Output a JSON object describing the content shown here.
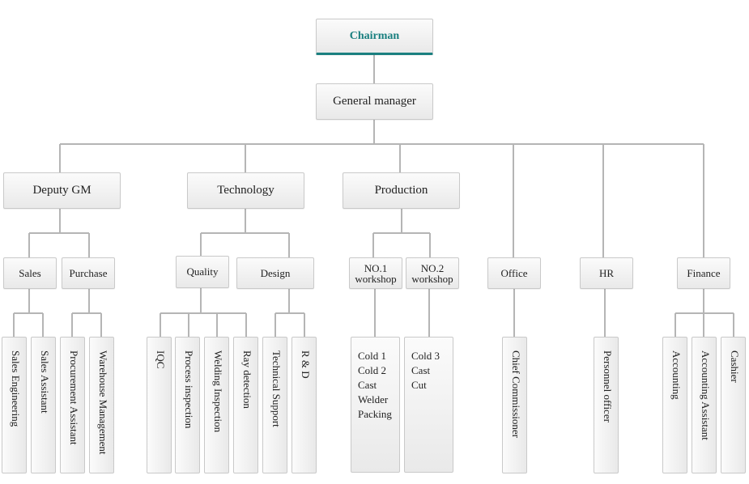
{
  "chairman": "Chairman",
  "general_manager": "General manager",
  "departments": {
    "deputy_gm": "Deputy GM",
    "technology": "Technology",
    "production": "Production",
    "office": "Office",
    "hr": "HR",
    "finance": "Finance"
  },
  "sub": {
    "sales": "Sales",
    "purchase": "Purchase",
    "quality": "Quality",
    "design": "Design",
    "no1_line1": "NO.1",
    "no1_line2": "workshop",
    "no2_line1": "NO.2",
    "no2_line2": "workshop"
  },
  "leaves": {
    "sales_engineering": "Sales Engineering",
    "sales_assistant": "Sales Assistant",
    "procurement_assistant": "Procurement Assistant",
    "warehouse_management": "Warehouse Management",
    "iqc": "IQC",
    "process_inspection": "Process inspection",
    "welding_inspection": "Welding Inspection",
    "ray_detection": "Ray detection",
    "technical_support": "Technical Support",
    "rd": "R & D",
    "chief_commissioner": "Chief Commissioner",
    "personnel_officer": "Personnel officer",
    "accounting": "Accounting",
    "accounting_assistant": "Accounting Assistant",
    "cashier": "Cashier"
  },
  "workshop1_items": [
    "Cold 1",
    "Cold 2",
    "Cast",
    "Welder",
    "Packing"
  ],
  "workshop2_items": [
    "Cold 3",
    "Cast",
    "Cut"
  ]
}
